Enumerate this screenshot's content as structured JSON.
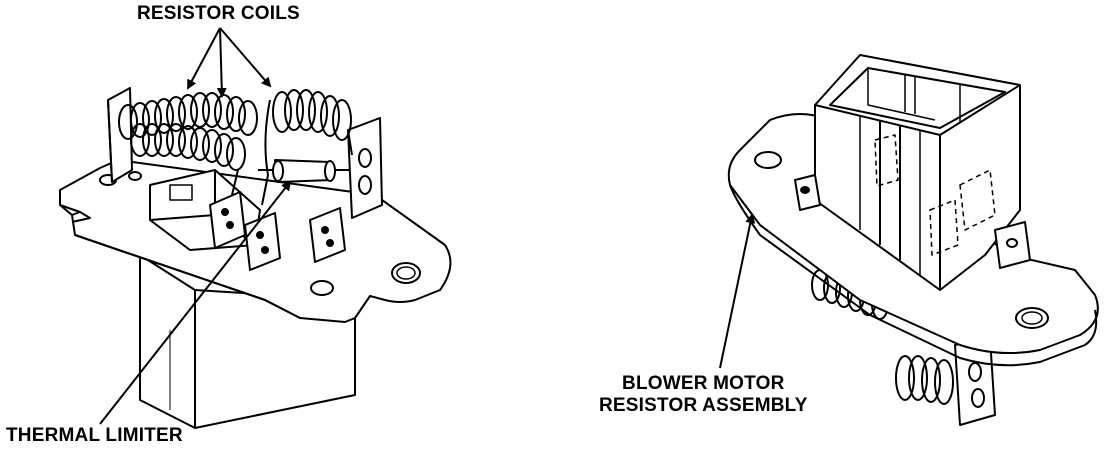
{
  "labels": {
    "resistor_coils": "RESISTOR COILS",
    "thermal_limiter": "THERMAL LIMITER",
    "blower_motor_line1": "BLOWER MOTOR",
    "blower_motor_line2": "RESISTOR ASSEMBLY"
  },
  "colors": {
    "ink": "#000000",
    "paper": "#ffffff"
  }
}
